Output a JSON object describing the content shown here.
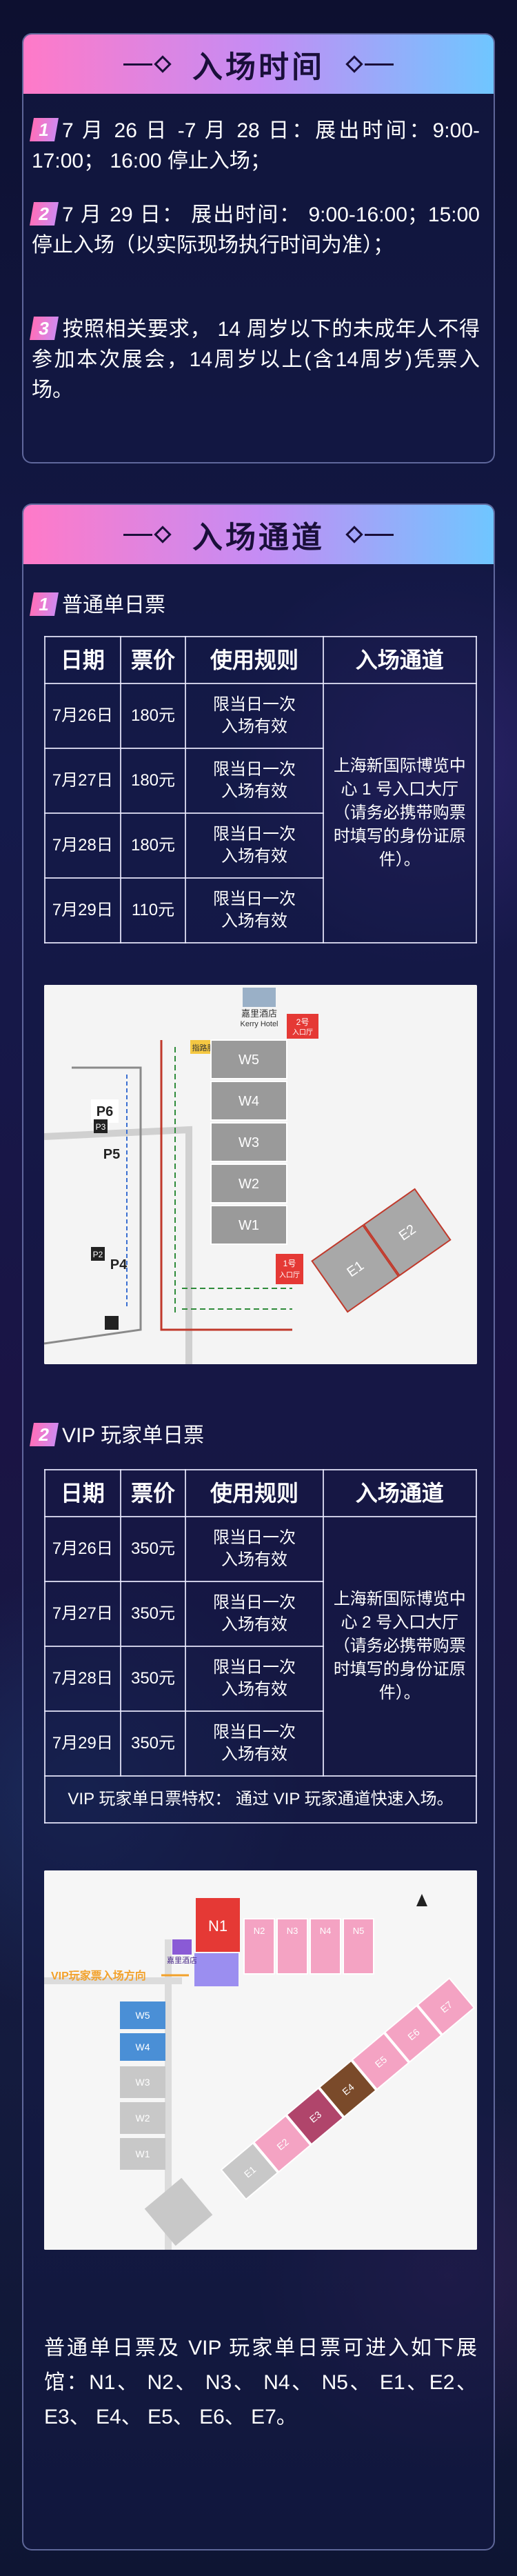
{
  "admission_time": {
    "title": "入场时间",
    "items": [
      {
        "num": "1",
        "text": "7 月 26 日 -7 月 28 日：展出时间：9:00-17:00； 16:00 停止入场；"
      },
      {
        "num": "2",
        "text": "7 月 29 日： 展出时间： 9:00-16:00；15:00 停止入场（以实际现场执行时间为准）；"
      },
      {
        "num": "3",
        "text": "按照相关要求， 14 周岁以下的未成年人不得参加本次展会，14周岁以上(含14周岁)凭票入场。"
      }
    ]
  },
  "admission_channel": {
    "title": "入场通道",
    "headers": [
      "日期",
      "票价",
      "使用规则",
      "入场通道"
    ],
    "regular": {
      "num": "1",
      "label": "普通单日票",
      "rows": [
        {
          "date": "7月26日",
          "price": "180元",
          "rule_1": "限当日一次",
          "rule_2": "入场有效"
        },
        {
          "date": "7月27日",
          "price": "180元",
          "rule_1": "限当日一次",
          "rule_2": "入场有效"
        },
        {
          "date": "7月28日",
          "price": "180元",
          "rule_1": "限当日一次",
          "rule_2": "入场有效"
        },
        {
          "date": "7月29日",
          "price": "110元",
          "rule_1": "限当日一次",
          "rule_2": "入场有效"
        }
      ],
      "entrance": "上海新国际博览中心 1 号入口大厅（请务必携带购票时填写的身份证原件）。"
    },
    "vip": {
      "num": "2",
      "label": "VIP 玩家单日票",
      "rows": [
        {
          "date": "7月26日",
          "price": "350元",
          "rule_1": "限当日一次",
          "rule_2": "入场有效"
        },
        {
          "date": "7月27日",
          "price": "350元",
          "rule_1": "限当日一次",
          "rule_2": "入场有效"
        },
        {
          "date": "7月28日",
          "price": "350元",
          "rule_1": "限当日一次",
          "rule_2": "入场有效"
        },
        {
          "date": "7月29日",
          "price": "350元",
          "rule_1": "限当日一次",
          "rule_2": "入场有效"
        }
      ],
      "entrance": "上海新国际博览中心 2 号入口大厅（请务必携带购票时填写的身份证原件）。",
      "privilege": "VIP 玩家单日票特权： 通过 VIP 玩家通道快速入场。"
    },
    "map1": {
      "hotel_cn": "嘉里酒店",
      "hotel_en": "Kerry Hotel",
      "entrance2": "2号",
      "entrance2_sub": "入口厅",
      "entrance1": "1号",
      "entrance1_sub": "入口厅",
      "service": "指路服务处",
      "halls_w": [
        "W5",
        "W4",
        "W3",
        "W2",
        "W1"
      ],
      "halls_e": [
        "E2",
        "E1"
      ],
      "parking": [
        "P6",
        "P5",
        "P4",
        "P3",
        "P2"
      ]
    },
    "map2": {
      "vip_direction": "VIP玩家票入场方向",
      "hotel_cn": "嘉里酒店",
      "halls_n": [
        "N1",
        "N2",
        "N3",
        "N4",
        "N5"
      ],
      "halls_w": [
        "W5",
        "W4",
        "W3",
        "W2",
        "W1"
      ],
      "halls_e": [
        "E1",
        "E2",
        "E3",
        "E4",
        "E5",
        "E6",
        "E7"
      ]
    },
    "footer_text": "普通单日票及 VIP 玩家单日票可进入如下展馆：N1、 N2、 N3、 N4、 N5、 E1、E2、 E3、 E4、 E5、 E6、 E7。"
  }
}
